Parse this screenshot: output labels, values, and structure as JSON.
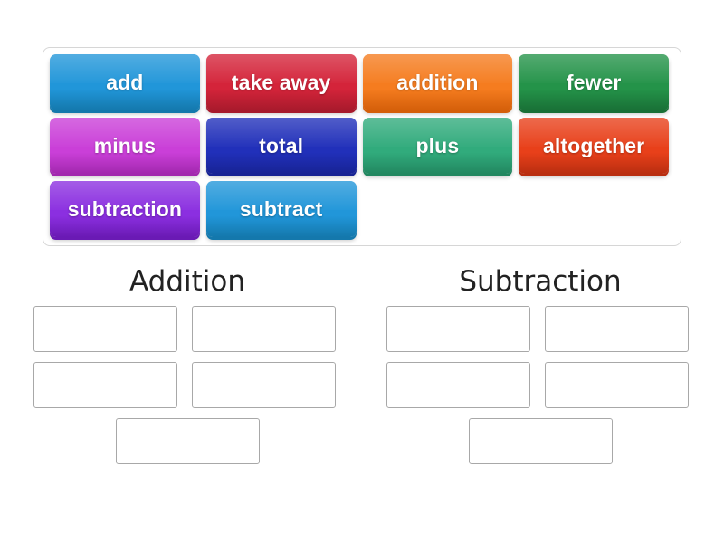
{
  "page": {
    "background_color": "#ffffff",
    "title": "Group sort activity"
  },
  "word_bank": {
    "name": "word-bank",
    "border_color": "#d6d6d6",
    "rows": [
      [
        {
          "label": "add",
          "color": "#2196d9",
          "shade": "#1478ac"
        },
        {
          "label": "take away",
          "color": "#d4243a",
          "shade": "#a71a2c"
        },
        {
          "label": "addition",
          "color": "#f57c1f",
          "shade": "#d45f0a"
        },
        {
          "label": "fewer",
          "color": "#249349",
          "shade": "#197036"
        }
      ],
      [
        {
          "label": "minus",
          "color": "#ca3fd8",
          "shade": "#a228ae"
        },
        {
          "label": "total",
          "color": "#2130ba",
          "shade": "#172394"
        },
        {
          "label": "plus",
          "color": "#31ab7c",
          "shade": "#228760"
        },
        {
          "label": "altogether",
          "color": "#e8401a",
          "shade": "#b92e10"
        }
      ],
      [
        {
          "label": "subtraction",
          "color": "#8b2fe0",
          "shade": "#6a1ab4"
        },
        {
          "label": "subtract",
          "color": "#2196d9",
          "shade": "#1478ac"
        }
      ]
    ]
  },
  "columns": [
    {
      "name": "addition",
      "title": "Addition",
      "slot_rows": [
        {
          "centered": false,
          "slots": [
            "",
            ""
          ]
        },
        {
          "centered": false,
          "slots": [
            "",
            ""
          ]
        },
        {
          "centered": true,
          "slots": [
            ""
          ]
        }
      ]
    },
    {
      "name": "subtraction",
      "title": "Subtraction",
      "slot_rows": [
        {
          "centered": false,
          "slots": [
            "",
            ""
          ]
        },
        {
          "centered": false,
          "slots": [
            "",
            ""
          ]
        },
        {
          "centered": true,
          "slots": [
            ""
          ]
        }
      ]
    }
  ]
}
